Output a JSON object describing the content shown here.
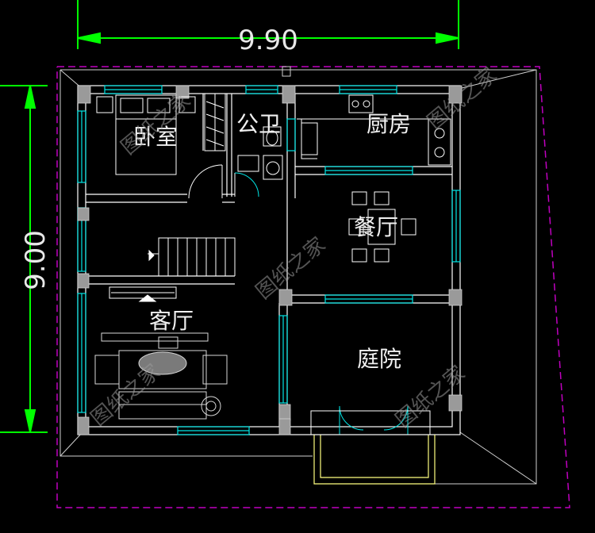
{
  "dimensions": {
    "width_label": "9.90",
    "height_label": "9.00"
  },
  "rooms": {
    "bedroom": "卧室",
    "bathroom": "公卫",
    "kitchen": "厨房",
    "dining": "餐厅",
    "living": "客厅",
    "courtyard": "庭院"
  },
  "watermark": "图纸之家",
  "colors": {
    "background": "#000000",
    "dimension_line": "#00ff00",
    "wall": "#ffffff",
    "window": "#00e5e5",
    "boundary": "#c000c0",
    "column": "#a0a0a0",
    "porch": "#ffff80"
  }
}
